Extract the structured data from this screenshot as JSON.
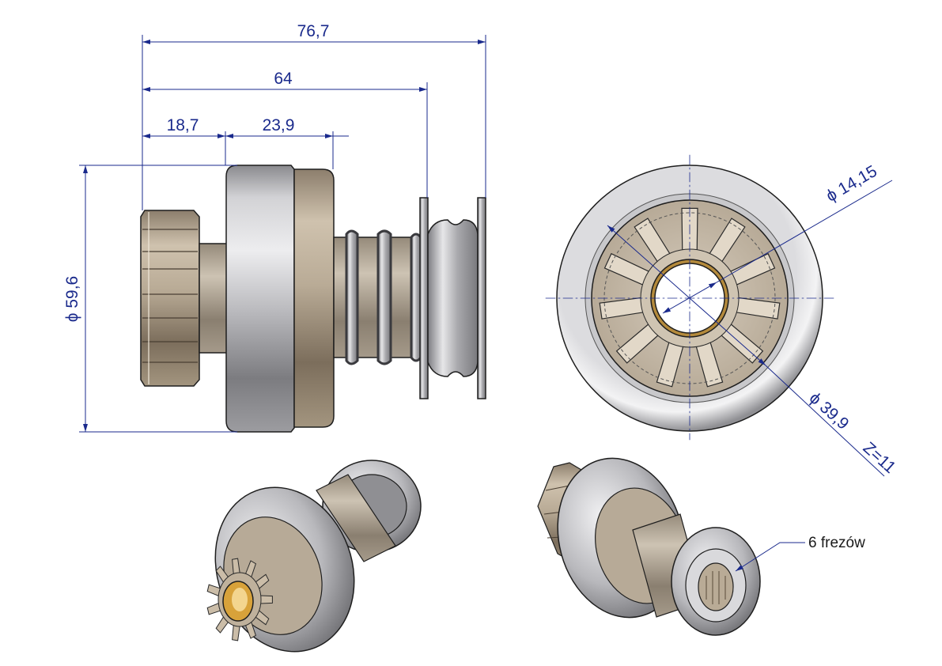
{
  "dimensions": {
    "overall_length": "76,7",
    "length_to_flange": "64",
    "pinion_length": "18,7",
    "clutch_length": "23,9",
    "outer_diameter": "ϕ 59,6",
    "bore_diameter": "ϕ 14,15",
    "pinion_diameter": "ϕ 39,9",
    "teeth_count": "Z=11"
  },
  "notes": {
    "splines": "6 frezów"
  },
  "colors": {
    "dimension_line": "#1a2a8c",
    "dimension_text": "#1a2a8c",
    "note_text": "#1a1a1a",
    "steel_light": "#e4e4e6",
    "steel_dark": "#6e6e72",
    "bronze_light": "#d9cbb4",
    "bronze_dark": "#7a6a55",
    "brass": "#d8a23a",
    "outline": "#1e1e1e"
  }
}
